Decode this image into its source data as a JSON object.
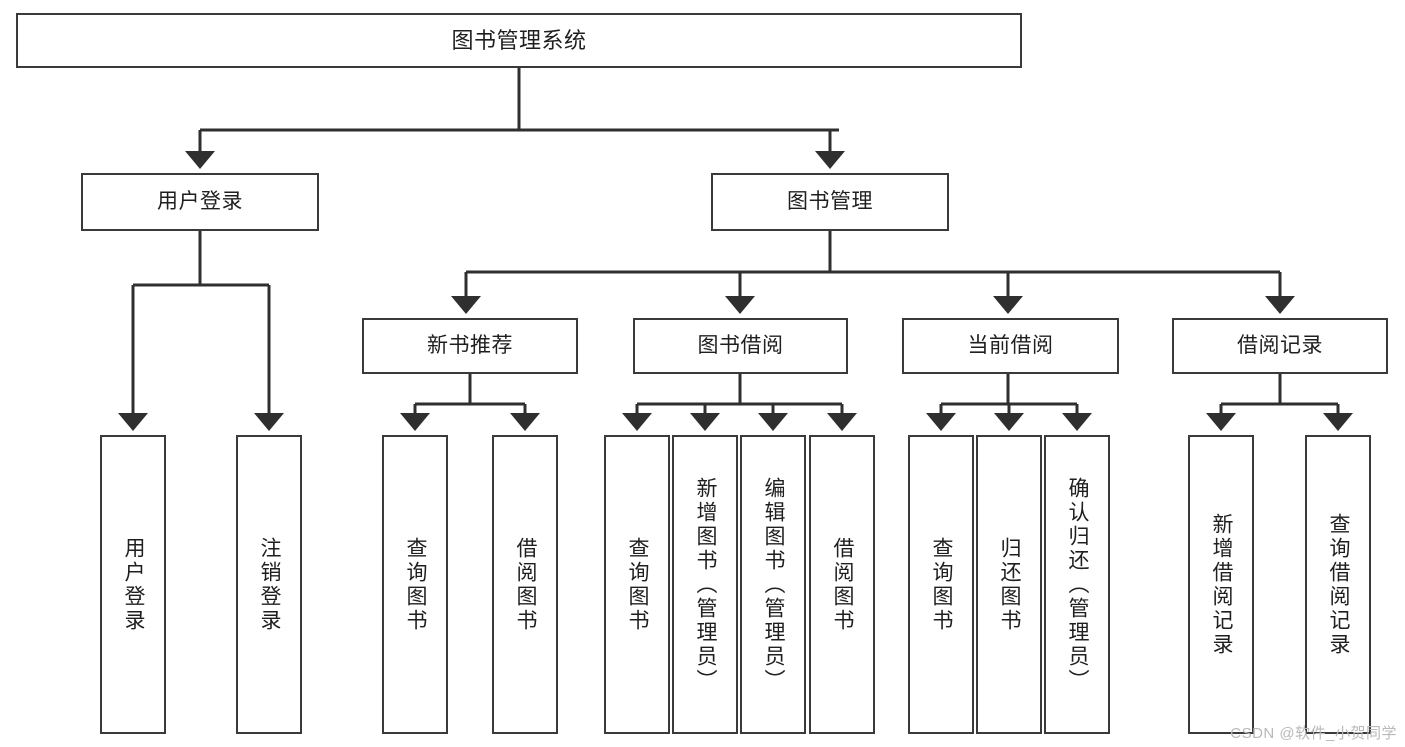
{
  "diagram": {
    "type": "tree",
    "title": "图书管理系统",
    "root": {
      "id": "root",
      "label": "图书管理系统"
    },
    "level2": [
      {
        "id": "user-login",
        "label": "用户登录"
      },
      {
        "id": "book-manage",
        "label": "图书管理"
      }
    ],
    "level3": [
      {
        "id": "new-book-recommend",
        "label": "新书推荐",
        "parent": "book-manage"
      },
      {
        "id": "book-borrow",
        "label": "图书借阅",
        "parent": "book-manage"
      },
      {
        "id": "current-borrow",
        "label": "当前借阅",
        "parent": "book-manage"
      },
      {
        "id": "borrow-record",
        "label": "借阅记录",
        "parent": "book-manage"
      }
    ],
    "leaves": [
      {
        "id": "leaf-user-login",
        "label": "用户登录",
        "parent": "user-login"
      },
      {
        "id": "leaf-user-logout",
        "label": "注销登录",
        "parent": "user-login"
      },
      {
        "id": "leaf-query-book-1",
        "label": "查询图书",
        "parent": "new-book-recommend"
      },
      {
        "id": "leaf-borrow-book-1",
        "label": "借阅图书",
        "parent": "new-book-recommend"
      },
      {
        "id": "leaf-query-book-2",
        "label": "查询图书",
        "parent": "book-borrow"
      },
      {
        "id": "leaf-add-book",
        "label": "新增图书（管理员）",
        "parent": "book-borrow"
      },
      {
        "id": "leaf-edit-book",
        "label": "编辑图书（管理员）",
        "parent": "book-borrow"
      },
      {
        "id": "leaf-borrow-book-2",
        "label": "借阅图书",
        "parent": "book-borrow"
      },
      {
        "id": "leaf-query-book-3",
        "label": "查询图书",
        "parent": "current-borrow"
      },
      {
        "id": "leaf-return-book",
        "label": "归还图书",
        "parent": "current-borrow"
      },
      {
        "id": "leaf-confirm-return",
        "label": "确认归还（管理员）",
        "parent": "current-borrow"
      },
      {
        "id": "leaf-add-record",
        "label": "新增借阅记录",
        "parent": "borrow-record"
      },
      {
        "id": "leaf-query-record",
        "label": "查询借阅记录",
        "parent": "borrow-record"
      }
    ],
    "colors": {
      "border": "#3a3a3a",
      "fill": "#ffffff",
      "text": "#1f1f1f",
      "watermark": "#b9b9b9"
    }
  },
  "watermark": {
    "text": "CSDN @软件_小贺同学"
  }
}
